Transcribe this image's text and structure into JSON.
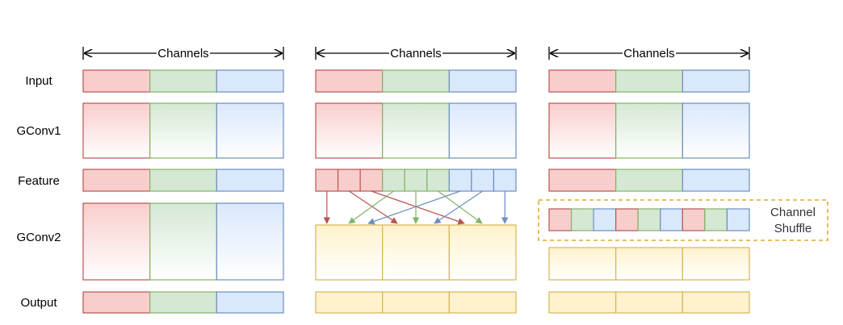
{
  "row_labels": {
    "input": "Input",
    "gconv1": "GConv1",
    "feature": "Feature",
    "gconv2": "GConv2",
    "output": "Output"
  },
  "channels_label": "Channels",
  "shuffle_label": {
    "line1": "Channel",
    "line2": "Shuffle"
  },
  "colors": {
    "red_fill": "#f8cecc",
    "red_stroke": "#b85450",
    "green_fill": "#d5e8d4",
    "green_stroke": "#82b366",
    "blue_fill": "#dae8fc",
    "blue_stroke": "#6c8ebf",
    "yellow_fill": "#fff2cc",
    "yellow_stroke": "#d6b656",
    "shuffle_border": "#d79b00",
    "shuffle_text": "#333333"
  }
}
